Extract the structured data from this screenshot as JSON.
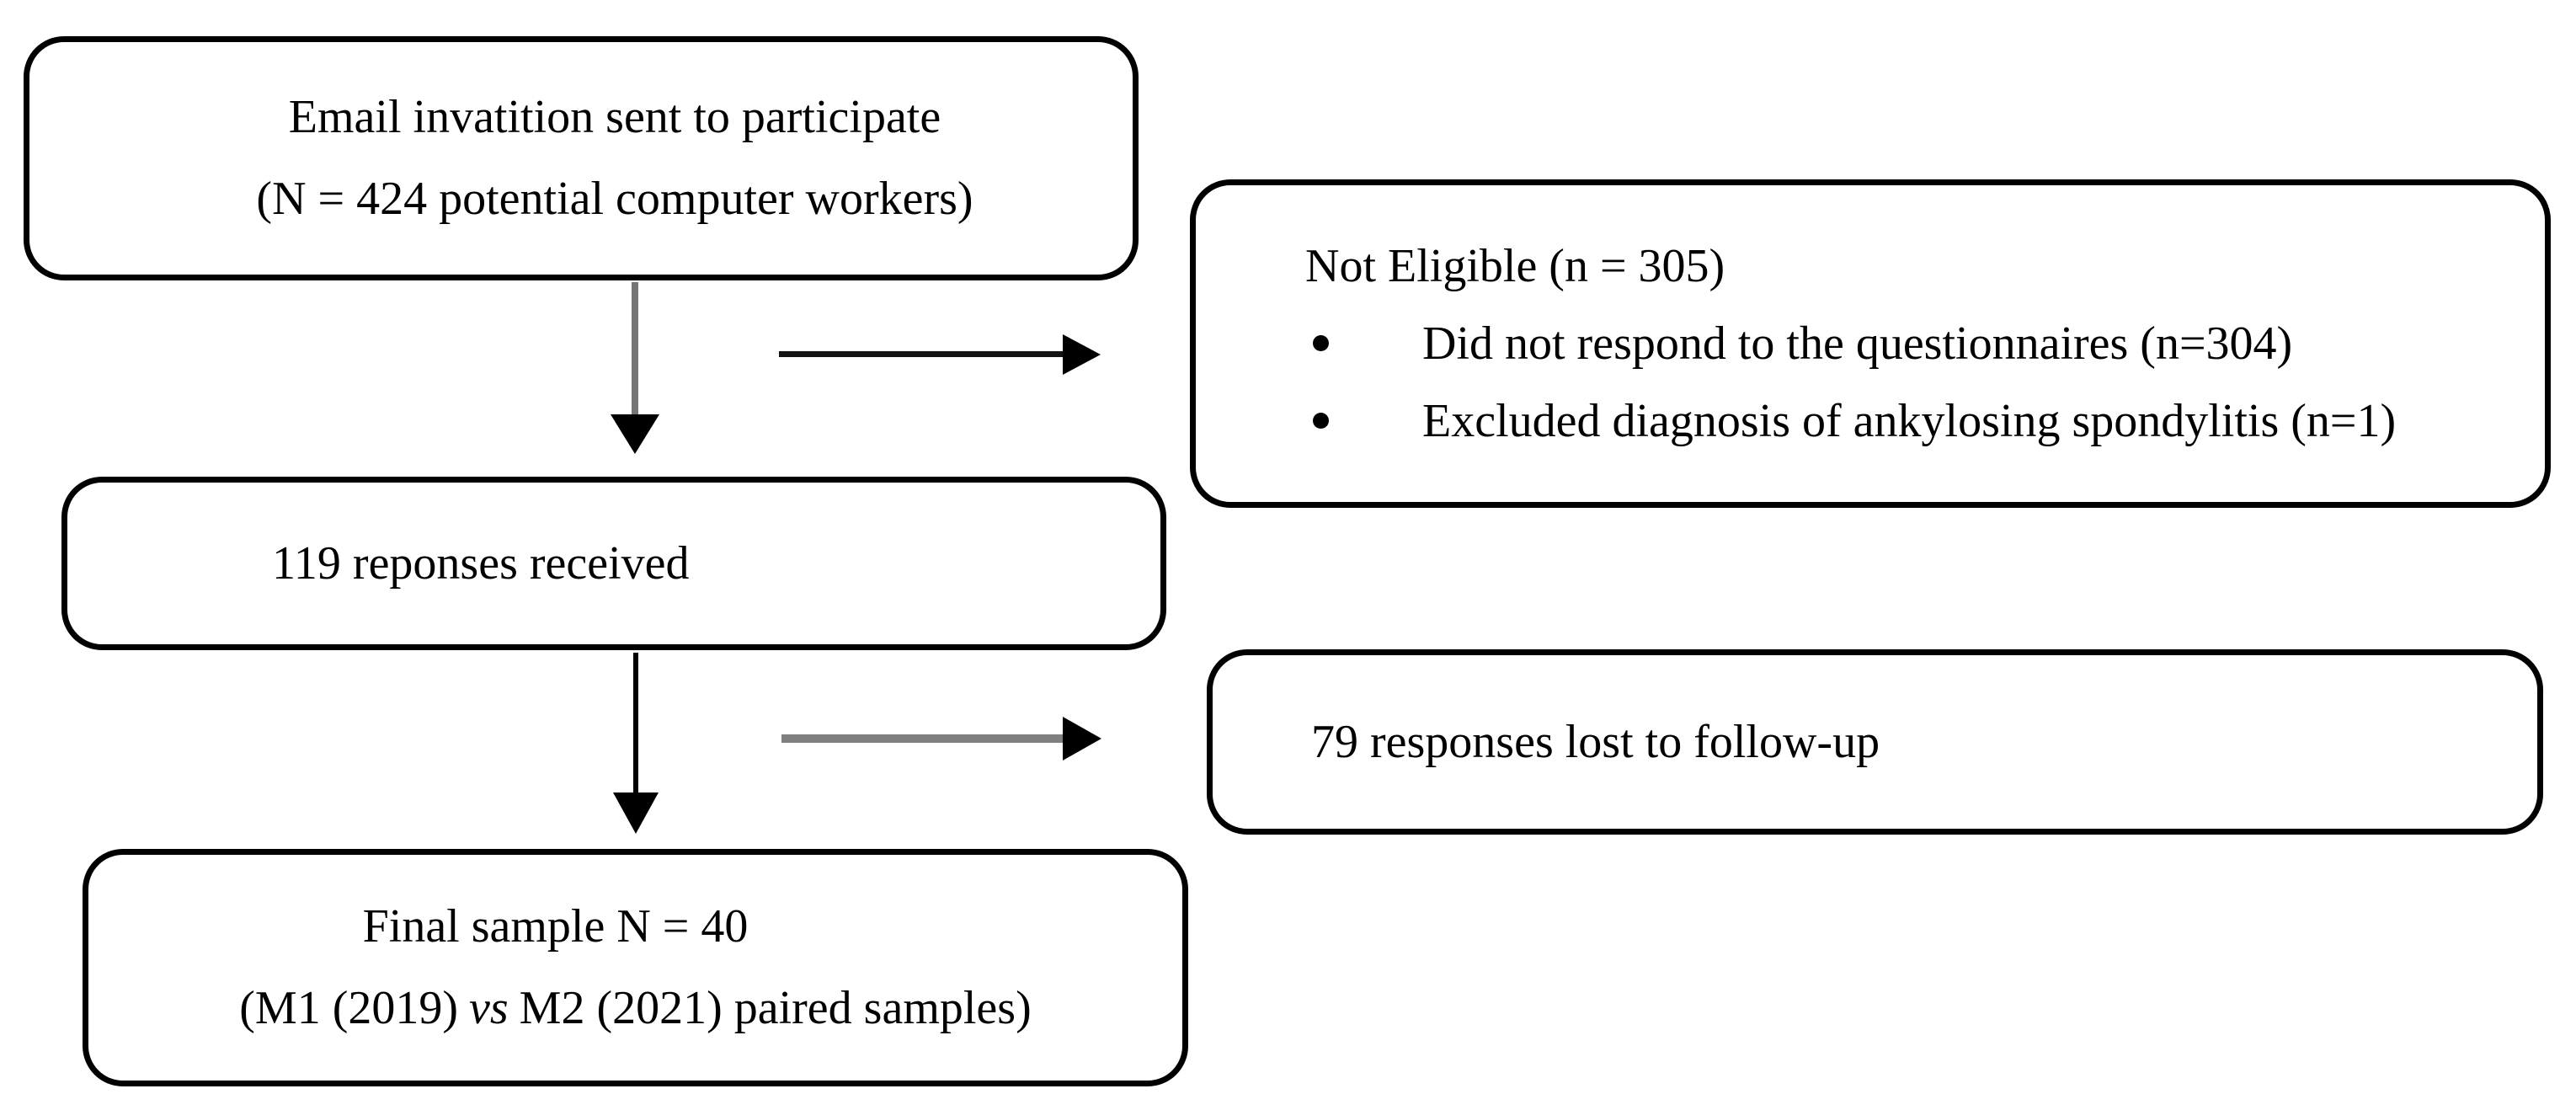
{
  "figure": {
    "type": "participant-flow-diagram",
    "background": "#ffffff",
    "colors": {
      "box_border": "#000000",
      "text": "#000000",
      "arrow_gray": "#757575",
      "arrow_black": "#141414",
      "arrowhead": "#000000"
    },
    "boxes": {
      "invitation": {
        "line1": "Email invatition sent to participate",
        "line2": "(N = 424 potential computer workers)"
      },
      "not_eligible": {
        "title": "Not Eligible (n = 305)",
        "bullets": [
          "Did not respond to the questionnaires (n=304)",
          "Excluded diagnosis of ankylosing spondylitis (n=1)"
        ]
      },
      "responses": {
        "text": "119 reponses received"
      },
      "lost_followup": {
        "text": "79 responses lost to follow-up"
      },
      "final_sample": {
        "line1": "Final sample N = 40",
        "line2_pre": "(M1 (2019)",
        "line2_vs": "vs",
        "line2_post": "M2 (2021) paired samples)"
      }
    }
  }
}
